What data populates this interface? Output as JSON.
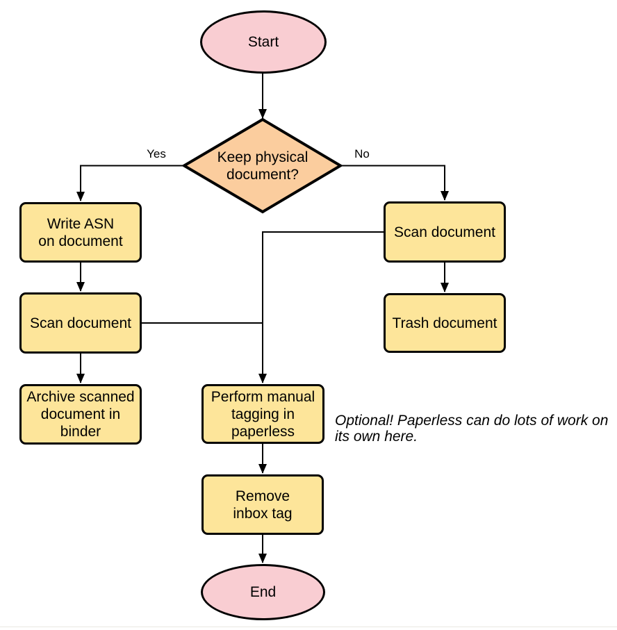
{
  "colors": {
    "terminator_fill": "#f9cdd2",
    "decision_fill": "#fbcd9e",
    "process_fill": "#fde59a",
    "stroke": "#000000",
    "background": "#ffffff"
  },
  "nodes": {
    "start": {
      "label": "Start",
      "type": "terminator"
    },
    "decision": {
      "label": "Keep physical\ndocument?",
      "type": "decision"
    },
    "write_asn": {
      "label": "Write ASN\non document",
      "type": "process"
    },
    "scan_left": {
      "label": "Scan document",
      "type": "process"
    },
    "archive": {
      "label": "Archive scanned\ndocument in\nbinder",
      "type": "process"
    },
    "scan_right": {
      "label": "Scan document",
      "type": "process"
    },
    "trash": {
      "label": "Trash document",
      "type": "process"
    },
    "tagging": {
      "label": "Perform manual\ntagging in\npaperless",
      "type": "process"
    },
    "remove_inbox": {
      "label": "Remove\ninbox tag",
      "type": "process"
    },
    "end": {
      "label": "End",
      "type": "terminator"
    }
  },
  "edge_labels": {
    "yes": "Yes",
    "no": "No"
  },
  "annotation": {
    "text": "Optional! Paperless can do lots of work on\nits own here."
  }
}
